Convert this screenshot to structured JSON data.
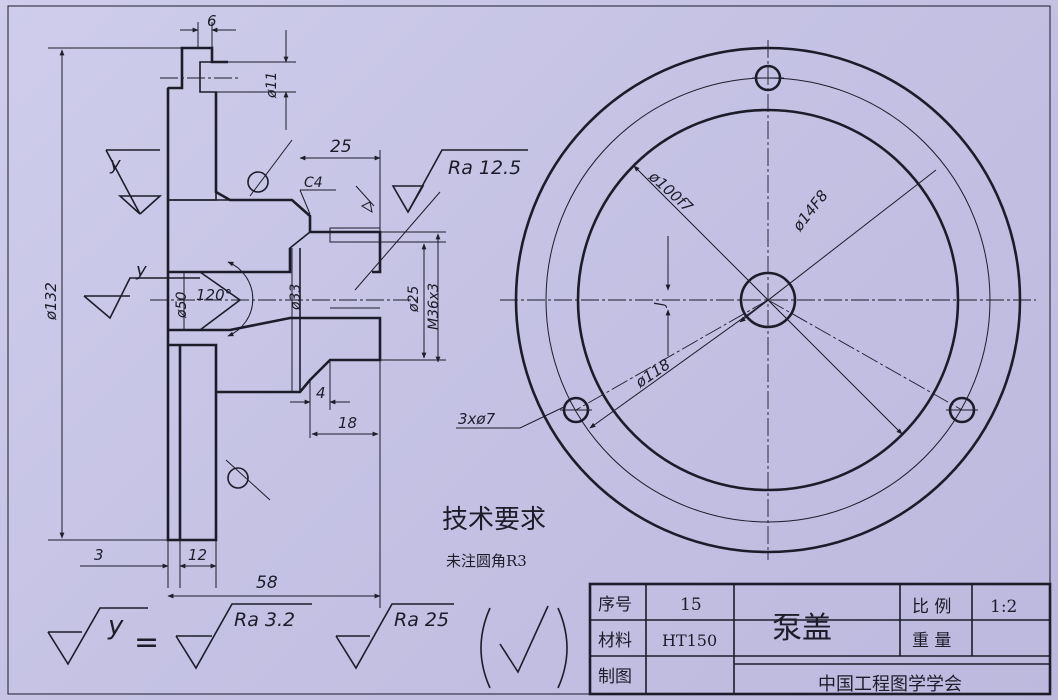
{
  "dimensions": {
    "d6": "6",
    "d11": "ø11",
    "d25": "25",
    "c4": "C4",
    "d132": "ø132",
    "d50": "ø50",
    "a120": "120°",
    "d33": "ø33",
    "d25b": "ø25",
    "m36": "M36x3",
    "d4": "4",
    "d18": "18",
    "d3": "3",
    "d12": "12",
    "d58": "58",
    "d100": "ø100f7",
    "d14": "ø14F8",
    "d118": "ø118",
    "holes": "3xø7",
    "cut_mark": "J"
  },
  "surface": {
    "y1": "y",
    "y2": "y",
    "ra125": "Ra 12.5",
    "legend_y": "y",
    "legend_eq": "=",
    "ra32": "Ra 3.2",
    "ra25": "Ra 25"
  },
  "tech": {
    "title": "技术要求",
    "note": "未注圆角R3"
  },
  "title_block": {
    "seq_label": "序号",
    "seq_value": "15",
    "mat_label": "材料",
    "mat_value": "HT150",
    "draw_label": "制图",
    "part_name": "泵盖",
    "scale_label": "比 例",
    "scale_value": "1:2",
    "weight_label": "重 量",
    "org": "中国工程图学学会"
  }
}
